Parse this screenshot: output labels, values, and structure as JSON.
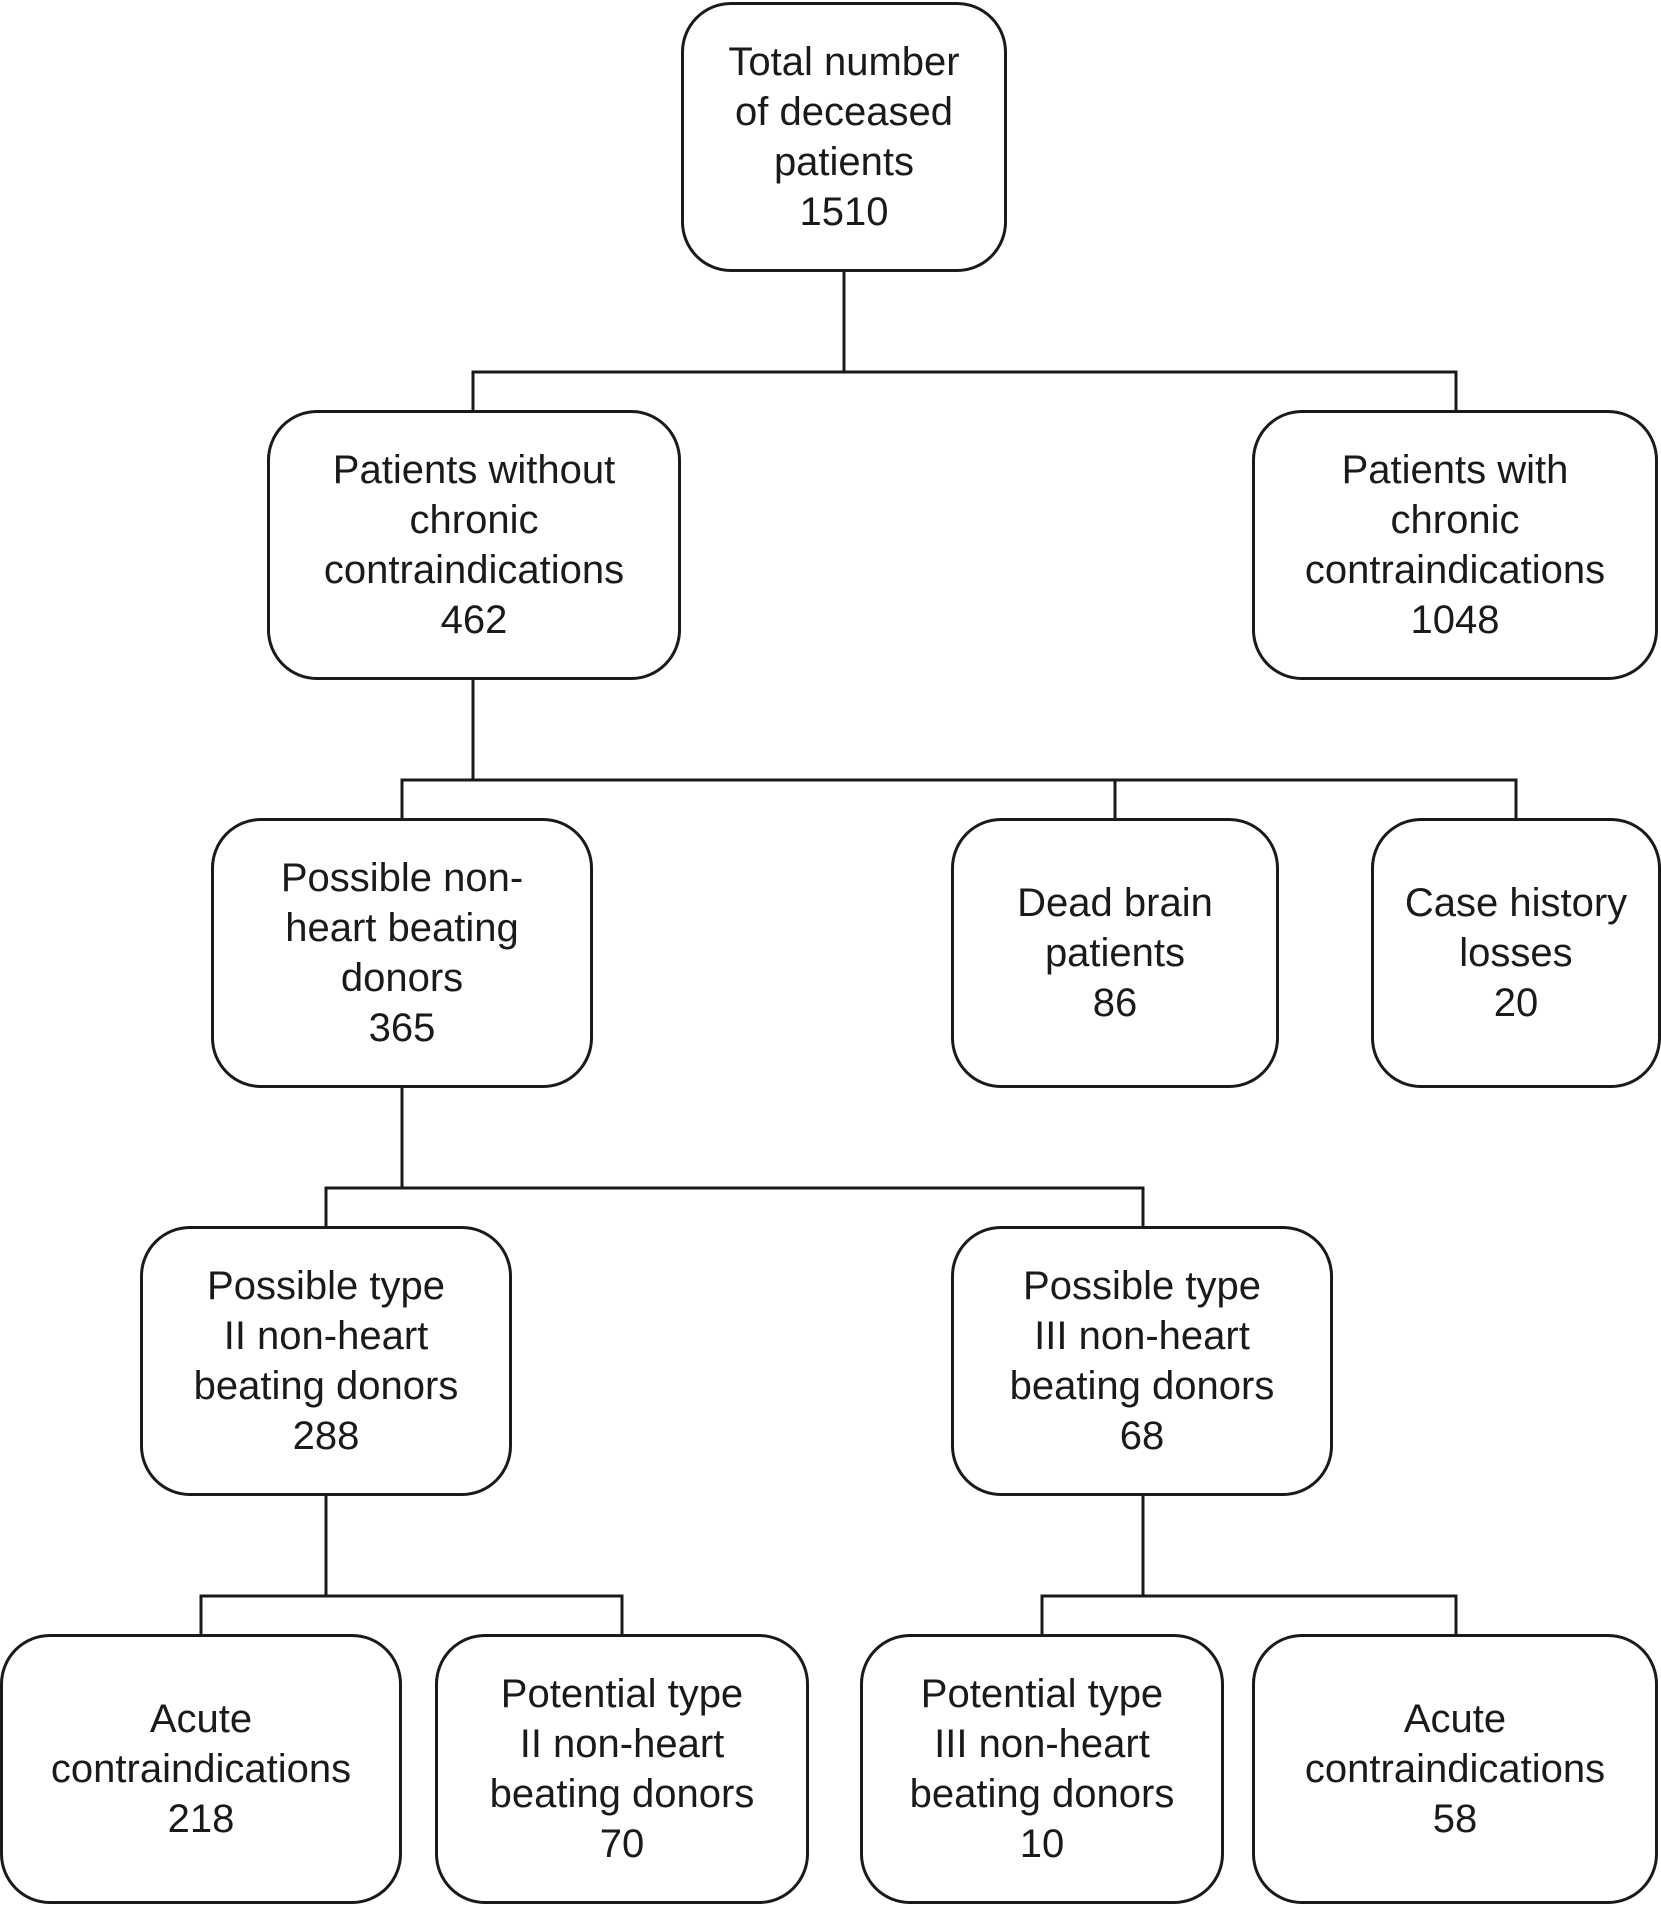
{
  "nodes": {
    "total": {
      "lines": [
        "Total number",
        "of deceased",
        "patients"
      ],
      "count": "1510"
    },
    "without_chronic": {
      "lines": [
        "Patients without",
        "chronic",
        "contraindications"
      ],
      "count": "462"
    },
    "with_chronic": {
      "lines": [
        "Patients with",
        "chronic",
        "contraindications"
      ],
      "count": "1048"
    },
    "possible_nhbd": {
      "lines": [
        "Possible non-",
        "heart beating",
        "donors"
      ],
      "count": "365"
    },
    "dead_brain": {
      "lines": [
        "Dead brain",
        "patients"
      ],
      "count": "86"
    },
    "case_history": {
      "lines": [
        "Case history",
        "losses"
      ],
      "count": "20"
    },
    "possible_type2": {
      "lines": [
        "Possible type",
        "II non-heart",
        "beating donors"
      ],
      "count": "288"
    },
    "possible_type3": {
      "lines": [
        "Possible type",
        "III non-heart",
        "beating donors"
      ],
      "count": "68"
    },
    "acute_type2": {
      "lines": [
        "Acute",
        "contraindications"
      ],
      "count": "218"
    },
    "potential_type2": {
      "lines": [
        "Potential type",
        "II non-heart",
        "beating donors"
      ],
      "count": "70"
    },
    "potential_type3": {
      "lines": [
        "Potential type",
        "III non-heart",
        "beating donors"
      ],
      "count": "10"
    },
    "acute_type3": {
      "lines": [
        "Acute",
        "contraindications"
      ],
      "count": "58"
    }
  }
}
